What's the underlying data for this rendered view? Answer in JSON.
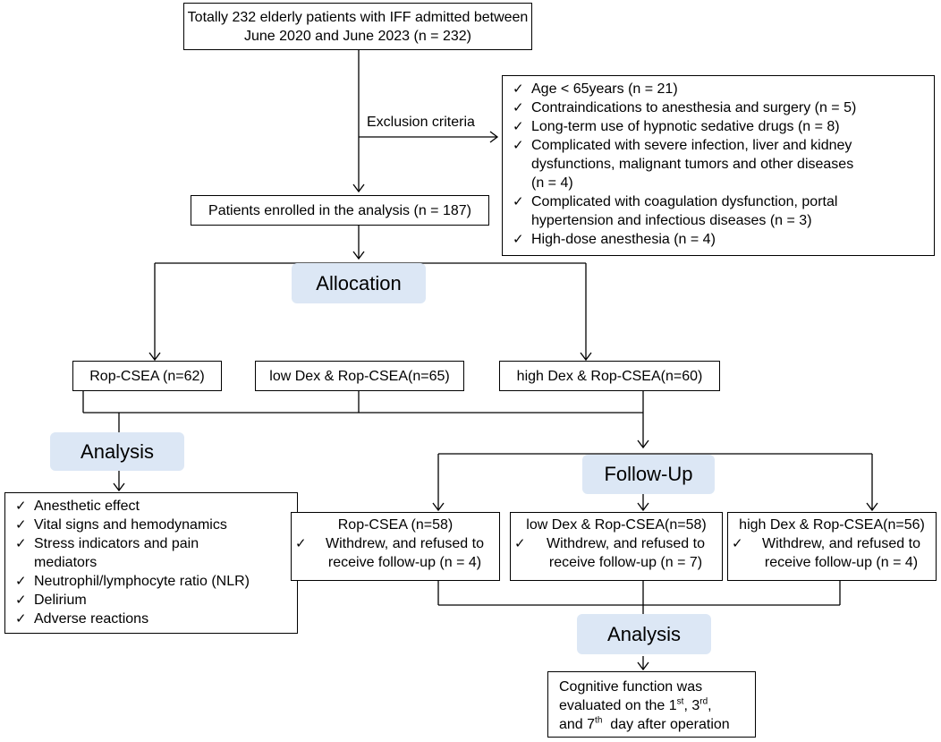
{
  "source_box": {
    "line1": "Totally 232 elderly patients with IFF admitted between",
    "line2": "June 2020 and June 2023 (n = 232)"
  },
  "exclusion": {
    "label": "Exclusion criteria",
    "items": [
      {
        "lines": [
          "Age < 65years (n = 21)"
        ]
      },
      {
        "lines": [
          "Contraindications to anesthesia and surgery (n = 5)"
        ]
      },
      {
        "lines": [
          "Long-term use of hypnotic sedative drugs (n = 8)"
        ]
      },
      {
        "lines": [
          "Complicated with severe infection, liver and kidney",
          "dysfunctions, malignant tumors and other diseases",
          "(n = 4)"
        ]
      },
      {
        "lines": [
          "Complicated with coagulation dysfunction, portal",
          "hypertension and infectious diseases (n = 3)"
        ]
      },
      {
        "lines": [
          "High-dose anesthesia (n = 4)"
        ]
      }
    ]
  },
  "enrolled": {
    "label": "Patients enrolled in the analysis (n = 187)"
  },
  "allocation": {
    "label": "Allocation"
  },
  "groups": [
    {
      "label": "Rop-CSEA (n=62)"
    },
    {
      "label": "low Dex & Rop-CSEA(n=65)"
    },
    {
      "label": "high Dex & Rop-CSEA(n=60)"
    }
  ],
  "analysis_left": {
    "label": "Analysis",
    "items": [
      {
        "lines": [
          "Anesthetic effect"
        ]
      },
      {
        "lines": [
          "Vital signs and hemodynamics"
        ]
      },
      {
        "lines": [
          "Stress indicators and pain",
          "mediators"
        ]
      },
      {
        "lines": [
          "Neutrophil/lymphocyte ratio (NLR)"
        ]
      },
      {
        "lines": [
          "Delirium"
        ]
      },
      {
        "lines": [
          "Adverse reactions"
        ]
      }
    ]
  },
  "followup": {
    "label": "Follow-Up",
    "groups": [
      {
        "title": "Rop-CSEA (n=58)",
        "item": [
          "Withdrew, and refused to",
          "receive follow-up (n = 4)"
        ]
      },
      {
        "title": "low Dex & Rop-CSEA(n=58)",
        "item": [
          "Withdrew, and refused to",
          "receive follow-up (n = 7)"
        ]
      },
      {
        "title": "high Dex & Rop-CSEA(n=56)",
        "item": [
          "Withdrew, and refused to",
          "receive follow-up (n = 4)"
        ]
      }
    ]
  },
  "analysis_right": {
    "label": "Analysis",
    "cognitive": {
      "line1": "Cognitive function was",
      "line2_pre": "evaluated on the 1",
      "sup1": "st",
      "sep1": ", 3",
      "sup2": "rd",
      "sep2": ",",
      "line3_pre": "and 7",
      "sup3": "th",
      "line3_post": "  day after operation"
    }
  },
  "colors": {
    "line": "#000000",
    "pill": "#dce7f5",
    "box_border": "#000000"
  }
}
